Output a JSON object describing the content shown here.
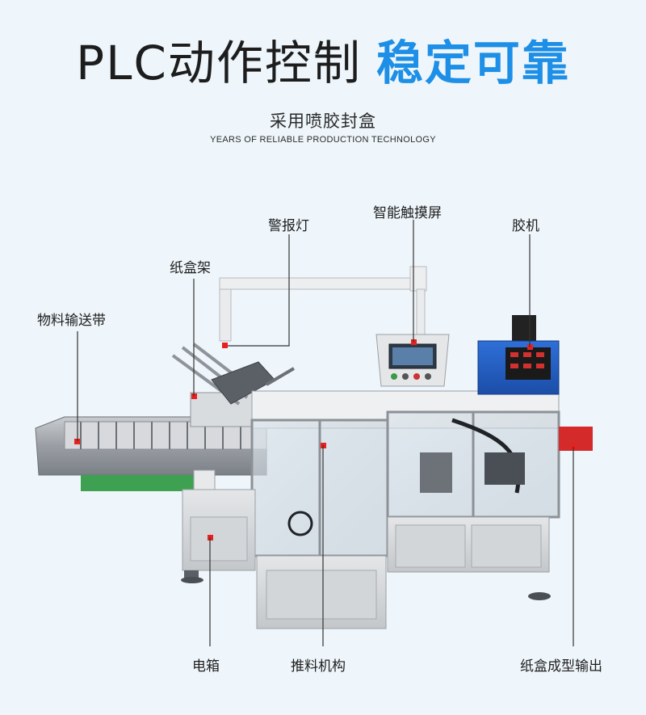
{
  "headline": {
    "light": "PLC动作控制",
    "strong": "稳定可靠",
    "light_color": "#1d1d1d",
    "strong_color": "#1d8fe6"
  },
  "subtitle": {
    "zh": "采用喷胶封盒",
    "en": "YEARS OF RELIABLE PRODUCTION TECHNOLOGY"
  },
  "callouts": {
    "warning_light": "警报灯",
    "touch_screen": "智能触摸屏",
    "glue_machine": "胶机",
    "carton_rack": "纸盒架",
    "conveyor": "物料输送带",
    "electric_box": "电箱",
    "push_mechanism": "推料机构",
    "carton_output": "纸盒成型输出"
  },
  "colors": {
    "marker": "#e8211f",
    "leader_line": "#333333",
    "background": "#eef6fb"
  }
}
